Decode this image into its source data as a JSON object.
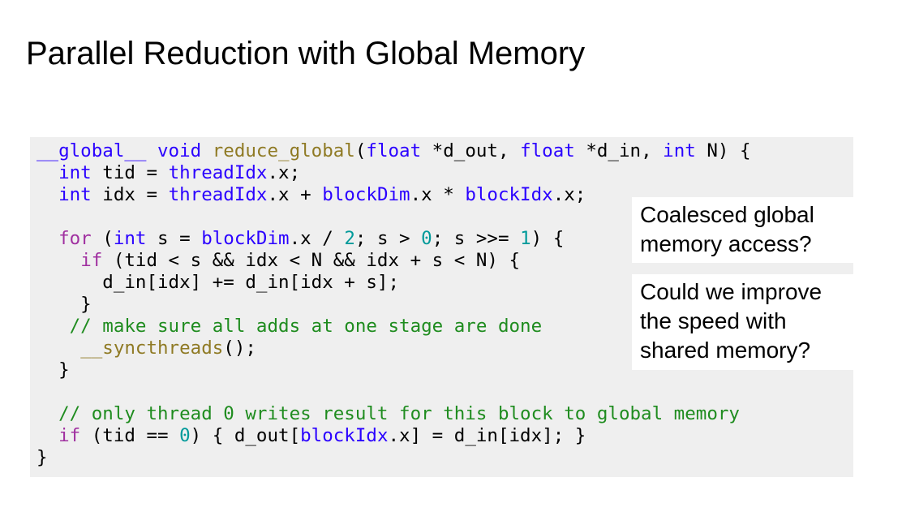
{
  "slide": {
    "title": "Parallel Reduction with Global Memory"
  },
  "code": {
    "lines": [
      [
        {
          "text": "__global__",
          "kind": "keyword"
        },
        {
          "text": " ",
          "kind": "ident"
        },
        {
          "text": "void",
          "kind": "keyword"
        },
        {
          "text": " ",
          "kind": "ident"
        },
        {
          "text": "reduce_global",
          "kind": "func"
        },
        {
          "text": "(",
          "kind": "ident"
        },
        {
          "text": "float",
          "kind": "keyword"
        },
        {
          "text": " *d_out, ",
          "kind": "ident"
        },
        {
          "text": "float",
          "kind": "keyword"
        },
        {
          "text": " *d_in, ",
          "kind": "ident"
        },
        {
          "text": "int",
          "kind": "keyword"
        },
        {
          "text": " N) {",
          "kind": "ident"
        }
      ],
      [
        {
          "text": "  ",
          "kind": "ident"
        },
        {
          "text": "int",
          "kind": "keyword"
        },
        {
          "text": " tid = ",
          "kind": "ident"
        },
        {
          "text": "threadIdx",
          "kind": "builtin"
        },
        {
          "text": ".x;",
          "kind": "ident"
        }
      ],
      [
        {
          "text": "  ",
          "kind": "ident"
        },
        {
          "text": "int",
          "kind": "keyword"
        },
        {
          "text": " idx = ",
          "kind": "ident"
        },
        {
          "text": "threadIdx",
          "kind": "builtin"
        },
        {
          "text": ".x + ",
          "kind": "ident"
        },
        {
          "text": "blockDim",
          "kind": "builtin"
        },
        {
          "text": ".x * ",
          "kind": "ident"
        },
        {
          "text": "blockIdx",
          "kind": "builtin"
        },
        {
          "text": ".x;",
          "kind": "ident"
        }
      ],
      [],
      [
        {
          "text": "  ",
          "kind": "ident"
        },
        {
          "text": "for",
          "kind": "control"
        },
        {
          "text": " (",
          "kind": "ident"
        },
        {
          "text": "int",
          "kind": "keyword"
        },
        {
          "text": " s = ",
          "kind": "ident"
        },
        {
          "text": "blockDim",
          "kind": "builtin"
        },
        {
          "text": ".x / ",
          "kind": "ident"
        },
        {
          "text": "2",
          "kind": "number"
        },
        {
          "text": "; s > ",
          "kind": "ident"
        },
        {
          "text": "0",
          "kind": "number"
        },
        {
          "text": "; s >>= ",
          "kind": "ident"
        },
        {
          "text": "1",
          "kind": "number"
        },
        {
          "text": ") {",
          "kind": "ident"
        }
      ],
      [
        {
          "text": "    ",
          "kind": "ident"
        },
        {
          "text": "if",
          "kind": "control"
        },
        {
          "text": " (tid < s && idx < N && idx + s < N) {",
          "kind": "ident"
        }
      ],
      [
        {
          "text": "      d_in[idx] += d_in[idx + s];",
          "kind": "ident"
        }
      ],
      [
        {
          "text": "    }",
          "kind": "ident"
        }
      ],
      [
        {
          "text": "   ",
          "kind": "ident"
        },
        {
          "text": "// make sure all adds at one stage are done",
          "kind": "comment"
        }
      ],
      [
        {
          "text": "    ",
          "kind": "ident"
        },
        {
          "text": "__syncthreads",
          "kind": "func"
        },
        {
          "text": "();",
          "kind": "ident"
        }
      ],
      [
        {
          "text": "  }",
          "kind": "ident"
        }
      ],
      [],
      [
        {
          "text": "  ",
          "kind": "ident"
        },
        {
          "text": "// only thread 0 writes result for this block to global memory",
          "kind": "comment"
        }
      ],
      [
        {
          "text": "  ",
          "kind": "ident"
        },
        {
          "text": "if",
          "kind": "control"
        },
        {
          "text": " (tid == ",
          "kind": "ident"
        },
        {
          "text": "0",
          "kind": "number"
        },
        {
          "text": ") { d_out[",
          "kind": "ident"
        },
        {
          "text": "blockIdx",
          "kind": "builtin"
        },
        {
          "text": ".x] = d_in[idx]; }",
          "kind": "ident"
        }
      ],
      [
        {
          "text": "}",
          "kind": "ident"
        }
      ]
    ]
  },
  "callouts": {
    "coalesced": {
      "line1": "Coalesced global",
      "line2": "memory access?"
    },
    "shared": {
      "line1": "Could we improve",
      "line2": "the speed with",
      "line3": "shared memory?"
    }
  },
  "colors": {
    "keyword": "#2a00ff",
    "func": "#8f7a24",
    "control": "#a030a0",
    "number": "#009a9a",
    "comment": "#1f8c1f",
    "code_background": "#efefef"
  }
}
